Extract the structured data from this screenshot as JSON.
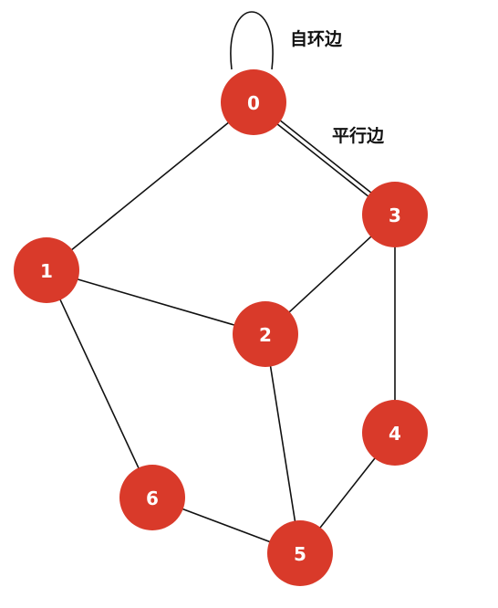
{
  "colors": {
    "node_fill": "#d93a2a",
    "node_text": "#ffffff",
    "edge": "#111111",
    "annotation_text": "#111111"
  },
  "graph": {
    "nodes": [
      {
        "id": "0",
        "label": "0"
      },
      {
        "id": "1",
        "label": "1"
      },
      {
        "id": "2",
        "label": "2"
      },
      {
        "id": "3",
        "label": "3"
      },
      {
        "id": "4",
        "label": "4"
      },
      {
        "id": "5",
        "label": "5"
      },
      {
        "id": "6",
        "label": "6"
      }
    ],
    "edges": [
      {
        "from": "0",
        "to": "0",
        "kind": "self-loop"
      },
      {
        "from": "0",
        "to": "3",
        "kind": "parallel"
      },
      {
        "from": "0",
        "to": "3",
        "kind": "parallel"
      },
      {
        "from": "0",
        "to": "1",
        "kind": "simple"
      },
      {
        "from": "1",
        "to": "2",
        "kind": "simple"
      },
      {
        "from": "1",
        "to": "6",
        "kind": "simple"
      },
      {
        "from": "2",
        "to": "3",
        "kind": "simple"
      },
      {
        "from": "2",
        "to": "5",
        "kind": "simple"
      },
      {
        "from": "3",
        "to": "4",
        "kind": "simple"
      },
      {
        "from": "4",
        "to": "5",
        "kind": "simple"
      },
      {
        "from": "6",
        "to": "5",
        "kind": "simple"
      }
    ]
  },
  "annotations": {
    "self_loop": "自环边",
    "parallel_edge": "平行边"
  }
}
